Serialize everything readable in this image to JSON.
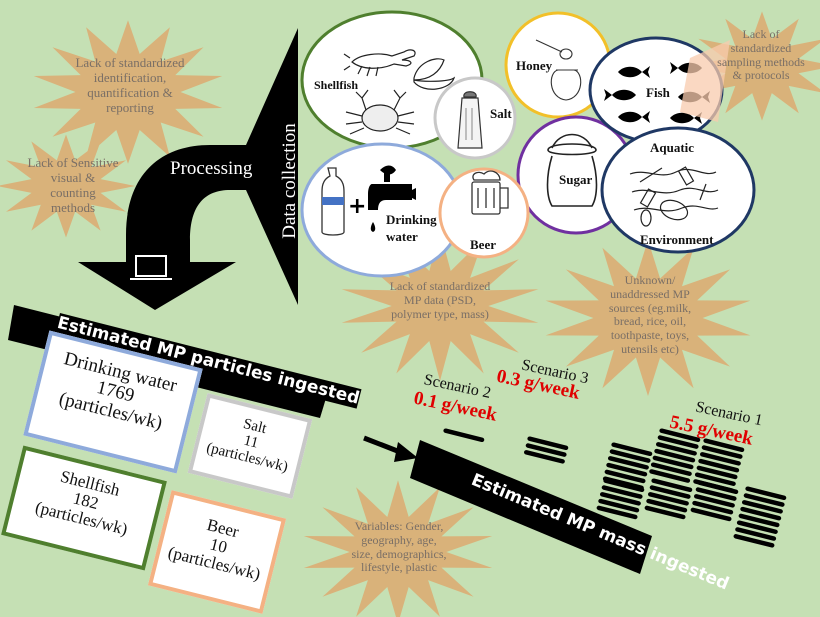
{
  "colors": {
    "background": "#c5e0b4",
    "starburst": "#d9b27a",
    "starburst_text": "#7a6f66",
    "scenario_value": "#e00000",
    "shellfish_border": "#4f7f2e",
    "drinking_water_border": "#8eaadb",
    "salt_border": "#c8c8c8",
    "beer_border": "#f4b183",
    "honey_border": "#f2c029",
    "sugar_border": "#7030a0",
    "fish_border": "#1f3864",
    "aquatic_border": "#1f3864"
  },
  "flow": {
    "processing_label": "Processing",
    "data_collection_label": "Data collection",
    "computer_icon": "laptop-icon"
  },
  "sources": [
    {
      "label": "Shellfish",
      "icon": "lobster-crab-clam-icon"
    },
    {
      "label": "Salt",
      "icon": "salt-shaker-icon"
    },
    {
      "label": "Honey",
      "icon": "honey-pot-icon"
    },
    {
      "label": "Fish",
      "icon": "fish-icon"
    },
    {
      "label": "Drinking water",
      "line1": "Drinking",
      "line2": "water",
      "icon": "bottle-tap-icon"
    },
    {
      "label": "Beer",
      "icon": "beer-mug-icon"
    },
    {
      "label": "Sugar",
      "icon": "sugar-sack-icon"
    },
    {
      "label": "Aquatic Environment",
      "line1": "Aquatic",
      "line2": "Environment",
      "icon": "plastic-debris-icon"
    }
  ],
  "challenges": [
    {
      "lines": [
        "Lack of standardized",
        "identification,",
        "quantification &",
        "reporting"
      ]
    },
    {
      "lines": [
        "Lack of Sensitive",
        "visual &",
        "counting",
        "methods"
      ]
    },
    {
      "lines": [
        "Lack of",
        "standardized",
        "sampling methods",
        "& protocols"
      ]
    },
    {
      "lines": [
        "Lack of standardized",
        "MP data (PSD,",
        "polymer type, mass)"
      ]
    },
    {
      "lines": [
        "Unknown/",
        "unaddressed MP",
        "sources (eg.milk,",
        "bread, rice, oil,",
        "toothpaste, toys,",
        "utensils etc)"
      ]
    },
    {
      "lines": [
        "Variables: Gender,",
        "geography, age,",
        "size, demographics,",
        "lifestyle, plastic"
      ]
    }
  ],
  "particles_banner": "Estimated MP particles ingested",
  "mass_banner": "Estimated MP mass ingested",
  "particle_estimates": [
    {
      "source": "Drinking water",
      "value": "1769",
      "unit": "(particles/wk)"
    },
    {
      "source": "Salt",
      "value": "11",
      "unit": "(particles/wk)"
    },
    {
      "source": "Shellfish",
      "value": "182",
      "unit": "(particles/wk)"
    },
    {
      "source": "Beer",
      "value": "10",
      "unit": "(particles/wk)"
    }
  ],
  "scenarios": [
    {
      "name": "Scenario 2",
      "value": "0.1 g/week"
    },
    {
      "name": "Scenario 3",
      "value": "0.3 g/week"
    },
    {
      "name": "Scenario 1",
      "value": "5.5 g/week"
    }
  ]
}
